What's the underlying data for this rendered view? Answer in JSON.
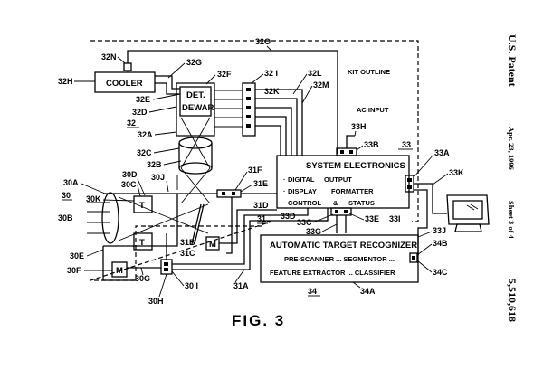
{
  "header": {
    "patent": "U.S. Patent",
    "date": "Apr. 23, 1996",
    "sheet": "Sheet 3 of 4",
    "number": "5,510,618"
  },
  "figure": {
    "caption": "FIG.   3"
  },
  "boxes": {
    "cooler": "COOLER",
    "dewar_line1": "DET.",
    "dewar_line2": "DEWAR",
    "system_electronics": "SYSTEM ELECTRONICS",
    "se_digital": "DIGITAL",
    "se_output": "OUTPUT",
    "se_display": "DISPLAY",
    "se_formatter": "FORMATTER",
    "se_control": "CONTROL",
    "se_and": "&",
    "se_status": "STATUS",
    "atr_title": "AUTOMATIC TARGET RECOGNIZER",
    "atr_line2": "PRE-SCANNER ... SEGMENTOR ...",
    "atr_line3": "FEATURE EXTRACTOR ... CLASSIFIER",
    "t_upper": "T",
    "t_lower": "T",
    "m_right": "M",
    "m_left": "M"
  },
  "notes": {
    "kit_outline": "KIT OUTLINE",
    "ac_input": "AC INPUT"
  },
  "labels": {
    "l32N": "32N",
    "l32H": "32H",
    "l32G": "32G",
    "l32F": "32F",
    "l32O": "32O",
    "l32I": "32 I",
    "l32L": "32L",
    "l32K": "32K",
    "l32M": "32M",
    "l32E": "32E",
    "l32D": "32D",
    "l32": "32",
    "l32A": "32A",
    "l32C": "32C",
    "l32B": "32B",
    "l33H": "33H",
    "l33B": "33B",
    "l33": "33",
    "l33A": "33A",
    "l33K": "33K",
    "l33D": "33D",
    "l33C": "33C",
    "l33G": "33G",
    "l33E": "33E",
    "l33I": "33I",
    "l33J": "33J",
    "l30A": "30A",
    "l30": "30",
    "l30B": "30B",
    "l30C": "30C",
    "l30D": "30D",
    "l30J": "30J",
    "l30K": "30K",
    "l30E": "30E",
    "l30F": "30F",
    "l30G": "30G",
    "l30H": "30H",
    "l30I": "30 I",
    "l31F": "31F",
    "l31E": "31E",
    "l31D": "31D",
    "l31": "31",
    "l31B": "31B",
    "l31C": "31C",
    "l31A": "31A",
    "l34": "34",
    "l34A": "34A",
    "l34B": "34B",
    "l34C": "34C"
  }
}
